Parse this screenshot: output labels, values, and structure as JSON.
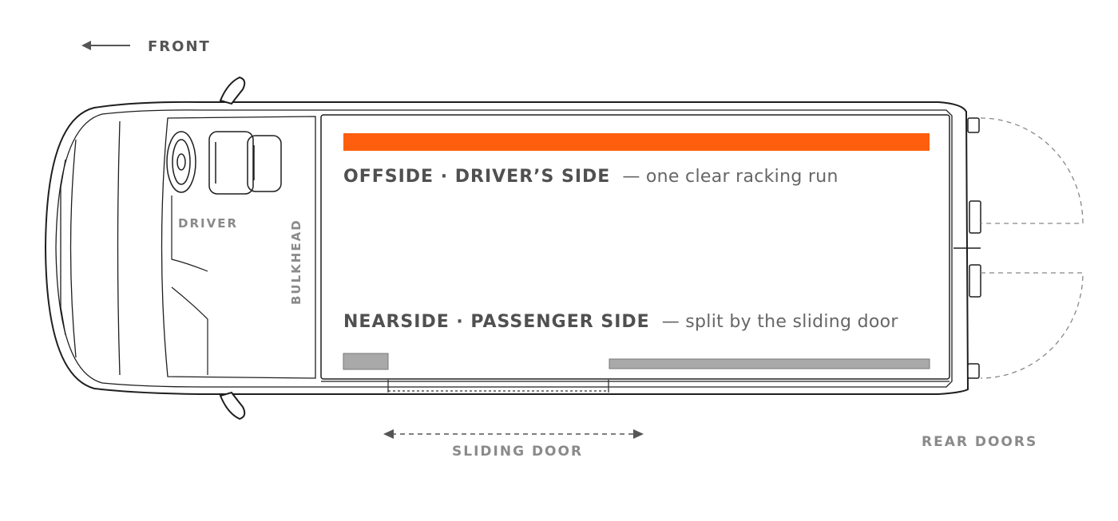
{
  "labels": {
    "front": "FRONT",
    "driver": "DRIVER",
    "bulkhead": "BULKHEAD",
    "sliding_door": "SLIDING DOOR",
    "rear_doors": "REAR DOORS"
  },
  "offside": {
    "title": "OFFSIDE · DRIVER’S SIDE",
    "note": "— one clear racking run"
  },
  "nearside": {
    "title": "NEARSIDE · PASSENGER SIDE",
    "note": "— split by the sliding door"
  },
  "colors": {
    "accent": "#ff5e0e",
    "racking_grey": "#a9a9a9",
    "outline": "#1e1e1e",
    "heading": "#505050",
    "label": "#8a8a8a"
  }
}
